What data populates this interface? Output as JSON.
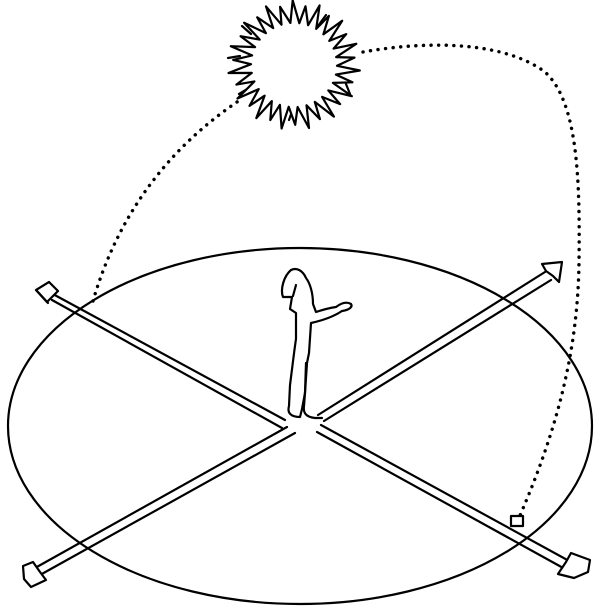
{
  "diagram": {
    "elements": [
      {
        "id": "sun",
        "icon": "sun-icon"
      },
      {
        "id": "ground-disc",
        "icon": "ellipse-shape"
      },
      {
        "id": "direction-axes",
        "icon": "crossed-arrows-icon",
        "count": 4
      },
      {
        "id": "observer",
        "icon": "standing-person-icon"
      },
      {
        "id": "sun-path",
        "icon": "dotted-arc",
        "style": "dotted"
      }
    ],
    "colors": {
      "ink": "#000000",
      "paper": "#ffffff"
    }
  }
}
